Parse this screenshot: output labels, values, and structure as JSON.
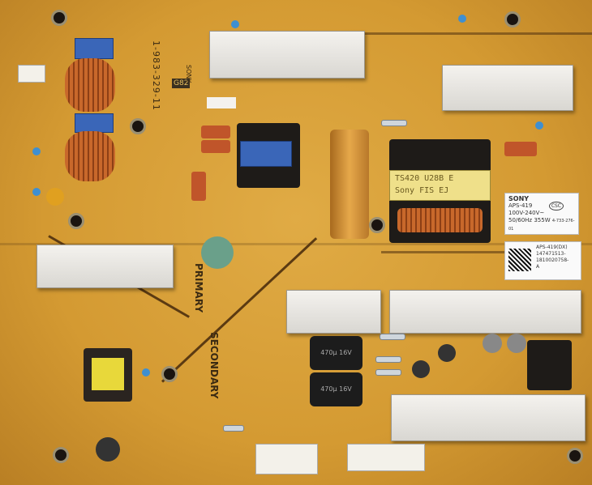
{
  "board": {
    "part_number": "1-983-329-11",
    "revision_mark": "G82",
    "brand_silk": "SONY",
    "region_primary": "PRIMARY",
    "region_secondary": "SECONDARY"
  },
  "sony_label": {
    "brand": "SONY",
    "model": "APS-419",
    "rating": "100V-240V~",
    "freq_power": "50/60Hz 355W",
    "code": "4-733-276-01",
    "cert": "CSC"
  },
  "barcode_label": {
    "model": "APS-419(DX)",
    "serial1": "147471513-",
    "serial2": "1810020758-",
    "suffix": "A"
  },
  "transformer_label": {
    "line1": "TS420 U28B E",
    "line2": "Sony FIS EJ"
  },
  "capacitors": {
    "c1": "470μ 16V",
    "c2": "470μ 16V"
  },
  "colors": {
    "board": "#d49a32",
    "trace": "#5b3a12",
    "heatsink": "#e8e6e1"
  }
}
